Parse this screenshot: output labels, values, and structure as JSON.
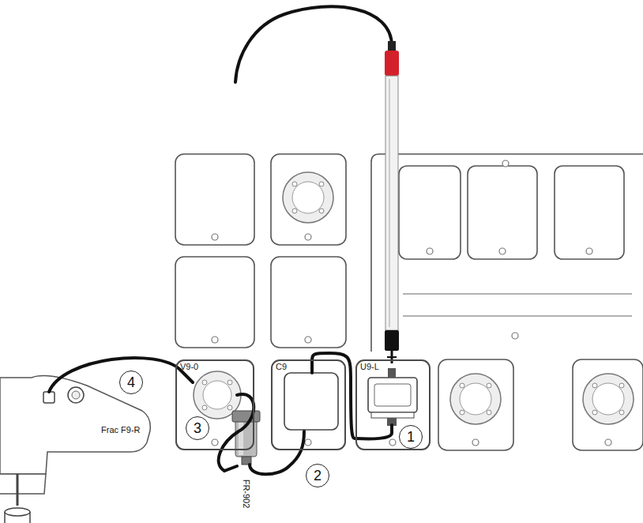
{
  "diagram": {
    "nodes": [
      {
        "text": [
          "V9-0"
        ]
      },
      {
        "text": [
          "C9"
        ]
      },
      {
        "text": [
          "U9-L"
        ]
      }
    ],
    "edges": [
      {
        "from": 2,
        "to": 1,
        "arrow": "none"
      }
    ],
    "labels": [
      "4",
      "3",
      "2",
      "1",
      "FR-902",
      "Frac F9-R"
    ]
  }
}
